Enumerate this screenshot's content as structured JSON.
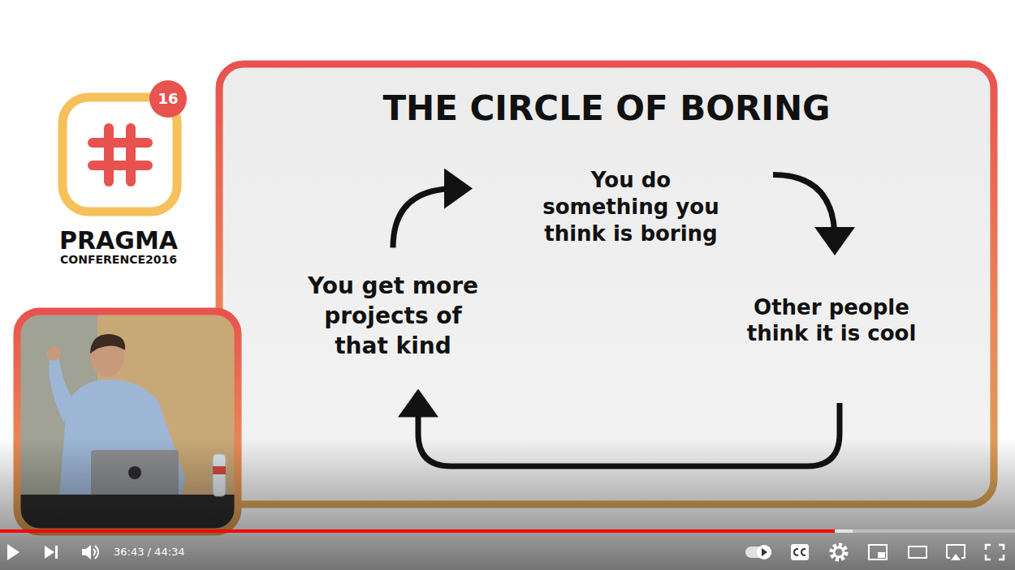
{
  "diagram": {
    "title": "THE CIRCLE OF BORING",
    "nodes": [
      {
        "text": [
          "You do something you think is boring"
        ]
      },
      {
        "text": [
          "Other people think it is cool"
        ]
      },
      {
        "text": [
          "You get more projects of that kind"
        ]
      }
    ],
    "edges": [
      {
        "from": 0,
        "to": 1,
        "arrow": "to"
      },
      {
        "from": 1,
        "to": 2,
        "arrow": "to"
      },
      {
        "from": 2,
        "to": 0,
        "arrow": "to"
      }
    ],
    "labels": [
      "16",
      "PRAGMA",
      "CONFERENCE2016",
      "36:43 / 44:34"
    ]
  }
}
